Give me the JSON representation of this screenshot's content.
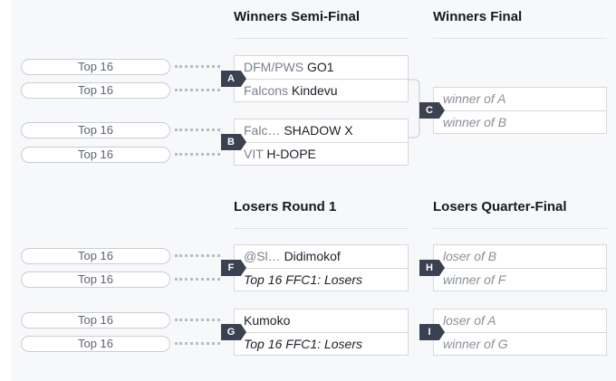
{
  "headers": {
    "winners_semi": "Winners Semi-Final",
    "winners_final": "Winners Final",
    "losers_r1": "Losers Round 1",
    "losers_qf": "Losers Quarter-Final"
  },
  "slot_label": "Top 16",
  "matches": {
    "A": {
      "badge": "A",
      "top_prefix": "DFM/PWS",
      "top_name": "GO1",
      "bottom_prefix": "Falcons",
      "bottom_name": "Kindevu"
    },
    "B": {
      "badge": "B",
      "top_prefix": "Falc…",
      "top_name": "SHADOW X",
      "bottom_prefix": "VIT",
      "bottom_name": "H-DOPE"
    },
    "C": {
      "badge": "C",
      "top": "winner of A",
      "bottom": "winner of B"
    },
    "F": {
      "badge": "F",
      "top_prefix": "@Sl…",
      "top_name": "Didimokof",
      "bottom": "Top 16 FFC1: Losers"
    },
    "G": {
      "badge": "G",
      "top_name": "Kumoko",
      "bottom": "Top 16 FFC1: Losers"
    },
    "H": {
      "badge": "H",
      "top": "loser of B",
      "bottom": "winner of F"
    },
    "I": {
      "badge": "I",
      "top": "loser of A",
      "bottom": "winner of G"
    }
  },
  "colors": {
    "badge_bg": "#3a4150",
    "border": "#d4d8de",
    "panel_bg": "#f7f8fa"
  }
}
